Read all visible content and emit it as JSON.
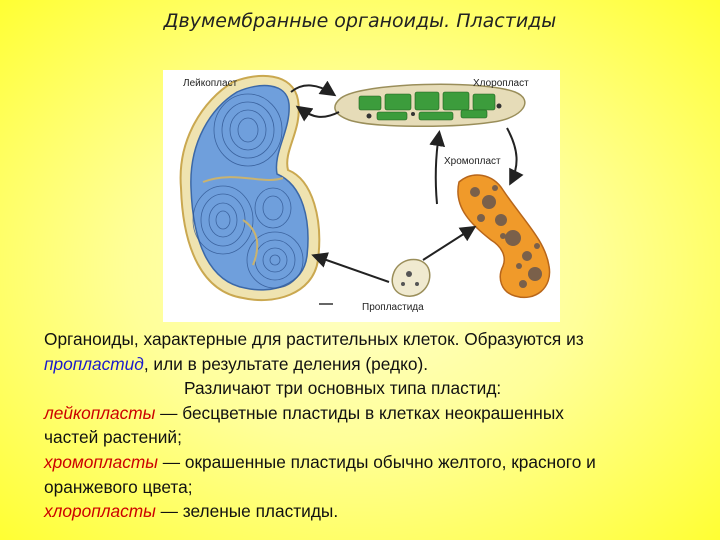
{
  "title": "Двумембранные органоиды. Пластиды",
  "diagram": {
    "labels": {
      "leucoplast": "Лейкопласт",
      "chloroplast": "Хлоропласт",
      "chromoplast": "Хромопласт",
      "proplastid": "Пропластида"
    },
    "colors": {
      "leucoplast": "#6f9fdc",
      "chloroplast": "#3c9c3c",
      "chromoplast": "#f09a2a",
      "membrane": "#e8d9a0"
    }
  },
  "body": {
    "p1_text": "Органоиды, характерные для растительных клеток. Образуются из",
    "p1_term": "пропластид",
    "p1_rest": ", или в результате деления (редко).",
    "p2": "Различают три основных типа пластид:",
    "t1_term": "лейкопласты",
    "t1_desc": " — бесцветные пластиды в клетках неокрашенных",
    "t1_cont": "частей растений;",
    "t2_term": "хромопласты",
    "t2_desc": " — окрашенные пластиды обычно желтого, красного и",
    "t2_cont": "оранжевого цвета;",
    "t3_term": "хлоропласты",
    "t3_desc": " — зеленые пластиды."
  }
}
